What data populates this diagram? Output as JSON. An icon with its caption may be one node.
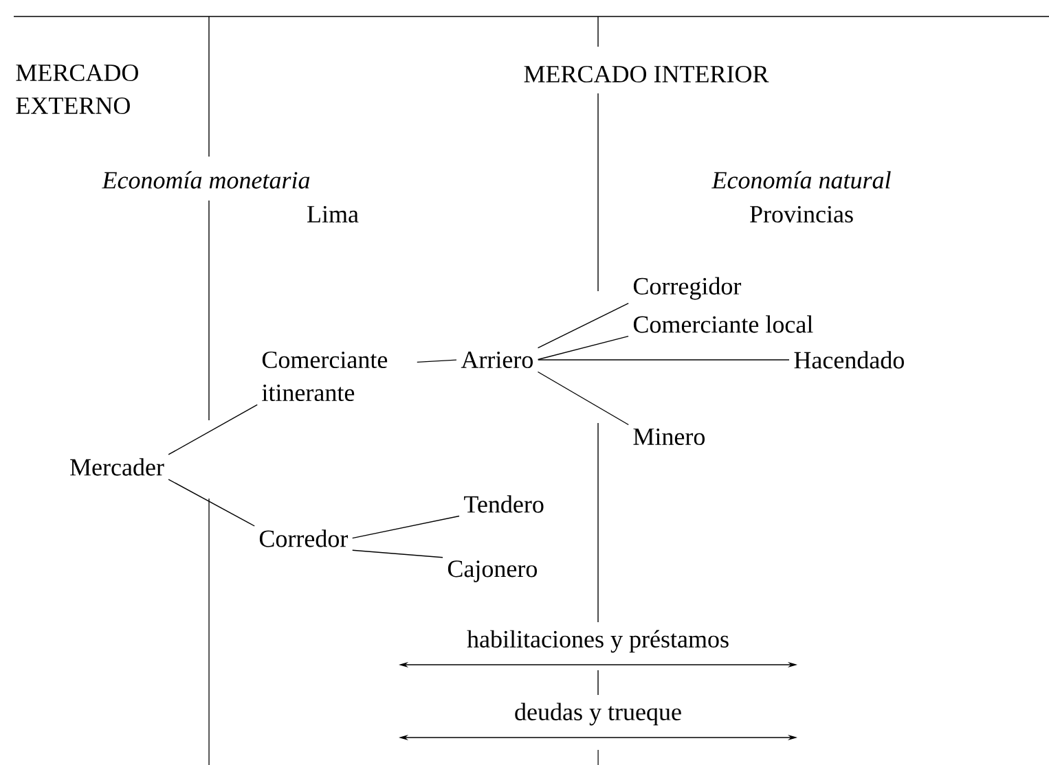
{
  "diagram": {
    "nodes": [
      {
        "text": [
          "Mercader"
        ]
      },
      {
        "text": [
          "Comerciante itinerante"
        ]
      },
      {
        "text": [
          "Arriero"
        ]
      },
      {
        "text": [
          "Corregidor"
        ]
      },
      {
        "text": [
          "Comerciante local"
        ]
      },
      {
        "text": [
          "Hacendado"
        ]
      },
      {
        "text": [
          "Minero"
        ]
      },
      {
        "text": [
          "Corredor"
        ]
      },
      {
        "text": [
          "Tendero"
        ]
      },
      {
        "text": [
          "Cajonero"
        ]
      }
    ],
    "edges": [
      {
        "from": 0,
        "to": 1,
        "arrow": "none"
      },
      {
        "from": 0,
        "to": 7,
        "arrow": "none"
      },
      {
        "from": 1,
        "to": 2,
        "arrow": "none"
      },
      {
        "from": 2,
        "to": 3,
        "arrow": "none"
      },
      {
        "from": 2,
        "to": 4,
        "arrow": "none"
      },
      {
        "from": 2,
        "to": 5,
        "arrow": "none"
      },
      {
        "from": 2,
        "to": 6,
        "arrow": "none"
      },
      {
        "from": 7,
        "to": 8,
        "arrow": "none"
      },
      {
        "from": 7,
        "to": 9,
        "arrow": "none"
      }
    ],
    "labels": [
      "MERCADO EXTERNO",
      "MERCADO INTERIOR",
      "Economía monetaria",
      "Lima",
      "Economía natural",
      "Provincias",
      "habilitaciones y préstamos",
      "deudas y trueque"
    ]
  }
}
